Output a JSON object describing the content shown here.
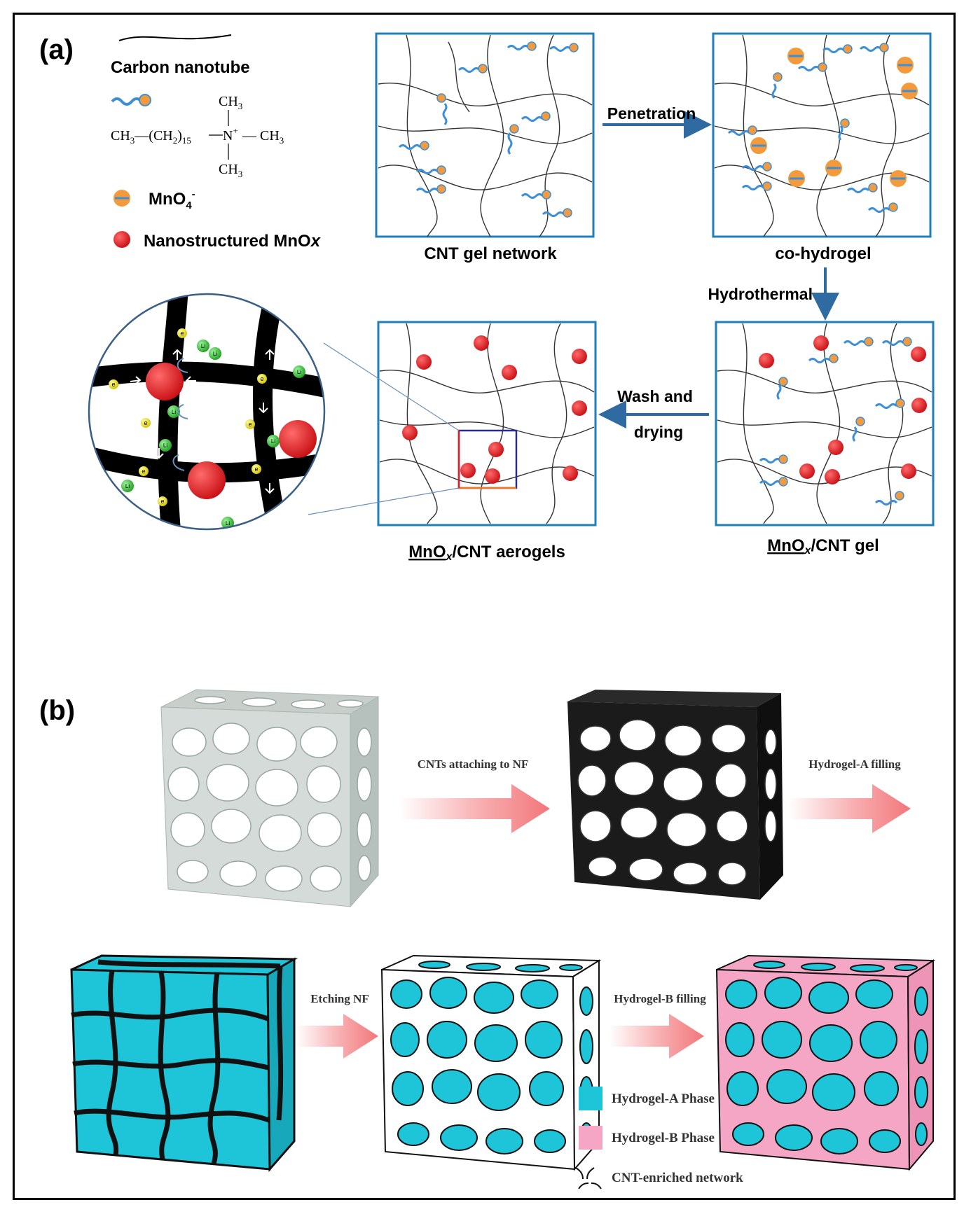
{
  "panel_a": {
    "label": "(a)",
    "legend": {
      "cnt_label": "Carbon nanotube",
      "formula": {
        "left": "CH",
        "left_sub": "3",
        "mid": "—(CH",
        "mid_sub": "2",
        "mid_end": ")",
        "mid_sub2": "15",
        "n": "N",
        "n_sup": "+",
        "right": "— CH",
        "right_sub": "3",
        "top": "CH",
        "top_sub": "3",
        "bottom": "CH",
        "bottom_sub": "3"
      },
      "mno4_label": "MnO",
      "mno4_sub": "4",
      "mno4_sup": "-",
      "mnox_label": "Nanostructured MnO",
      "mnox_italic": "x"
    },
    "steps": {
      "box1": "CNT gel network",
      "box2": "co-hydrogel",
      "box3_pre": "MnO",
      "box3_x": "x",
      "box3_post": "/CNT gel",
      "box4_pre": "MnO",
      "box4_x": "x",
      "box4_post": "/CNT aerogels",
      "arrow1": "Penetration",
      "arrow2": "Hydrothermal",
      "arrow3_line1": "Wash and",
      "arrow3_line2": "drying"
    },
    "zoom": {
      "electron": "e",
      "ion": "Li"
    }
  },
  "panel_b": {
    "label": "(b)",
    "arrow1": "CNTs attaching to NF",
    "arrow2": "Hydrogel-A filling",
    "arrow3": "Etching NF",
    "arrow4": "Hydrogel-B filling",
    "legend": [
      {
        "label": "Hydrogel-A Phase",
        "color": "#1ec4d8"
      },
      {
        "label": "Hydrogel-B Phase",
        "color": "#f4a6c4"
      },
      {
        "label": "CNT-enriched network",
        "color": "#111111"
      }
    ]
  },
  "colors": {
    "box_border": "#1f7fb6",
    "arrow": "#2f6aa0",
    "mnox": "#d9141b",
    "mno4": "#f39a3c",
    "surfactant": "#3f8fd6",
    "ion": "#2fbf2f",
    "electron": "#f2e600",
    "gel_arrow": "#f2767a",
    "hydrogel_a": "#1ec4d8",
    "hydrogel_b": "#f4a6c4"
  }
}
